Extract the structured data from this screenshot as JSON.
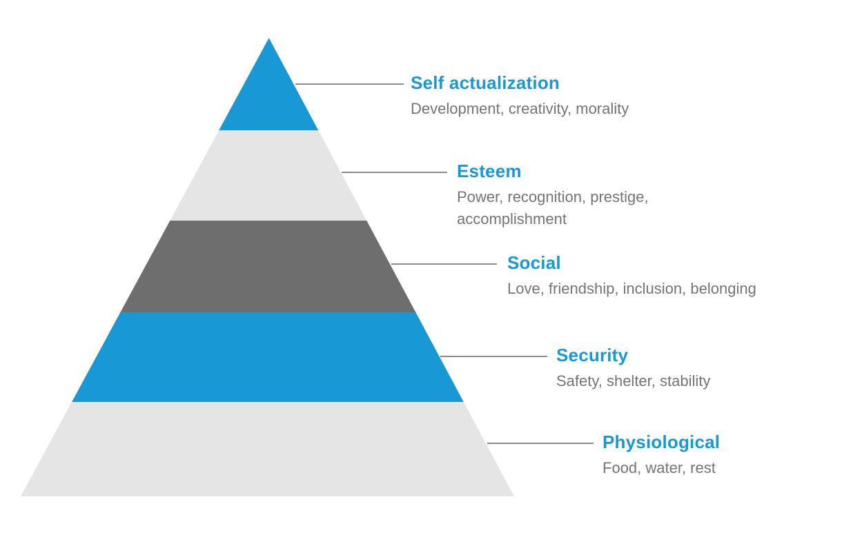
{
  "diagram": {
    "type": "pyramid",
    "level_count": 5
  },
  "levels": [
    {
      "name": "self-actualization",
      "title": "Self actualization",
      "description": "Development, creativity, morality",
      "color": "#1899d6"
    },
    {
      "name": "esteem",
      "title": "Esteem",
      "description": "Power, recognition, prestige, accomplishment",
      "color": "#e5e5e5"
    },
    {
      "name": "social",
      "title": "Social",
      "description": "Love, friendship, inclusion, belonging",
      "color": "#6e6e6e"
    },
    {
      "name": "security",
      "title": "Security",
      "description": "Safety, shelter, stability",
      "color": "#1899d6"
    },
    {
      "name": "physiological",
      "title": "Physiological",
      "description": "Food, water, rest",
      "color": "#e5e5e5"
    }
  ],
  "colors": {
    "accent_blue": "#1899d6",
    "light_gray": "#e5e5e5",
    "dark_gray": "#6e6e6e",
    "text_gray": "#747474",
    "leader_line_gray": "#8a8a8a",
    "background": "#ffffff"
  }
}
